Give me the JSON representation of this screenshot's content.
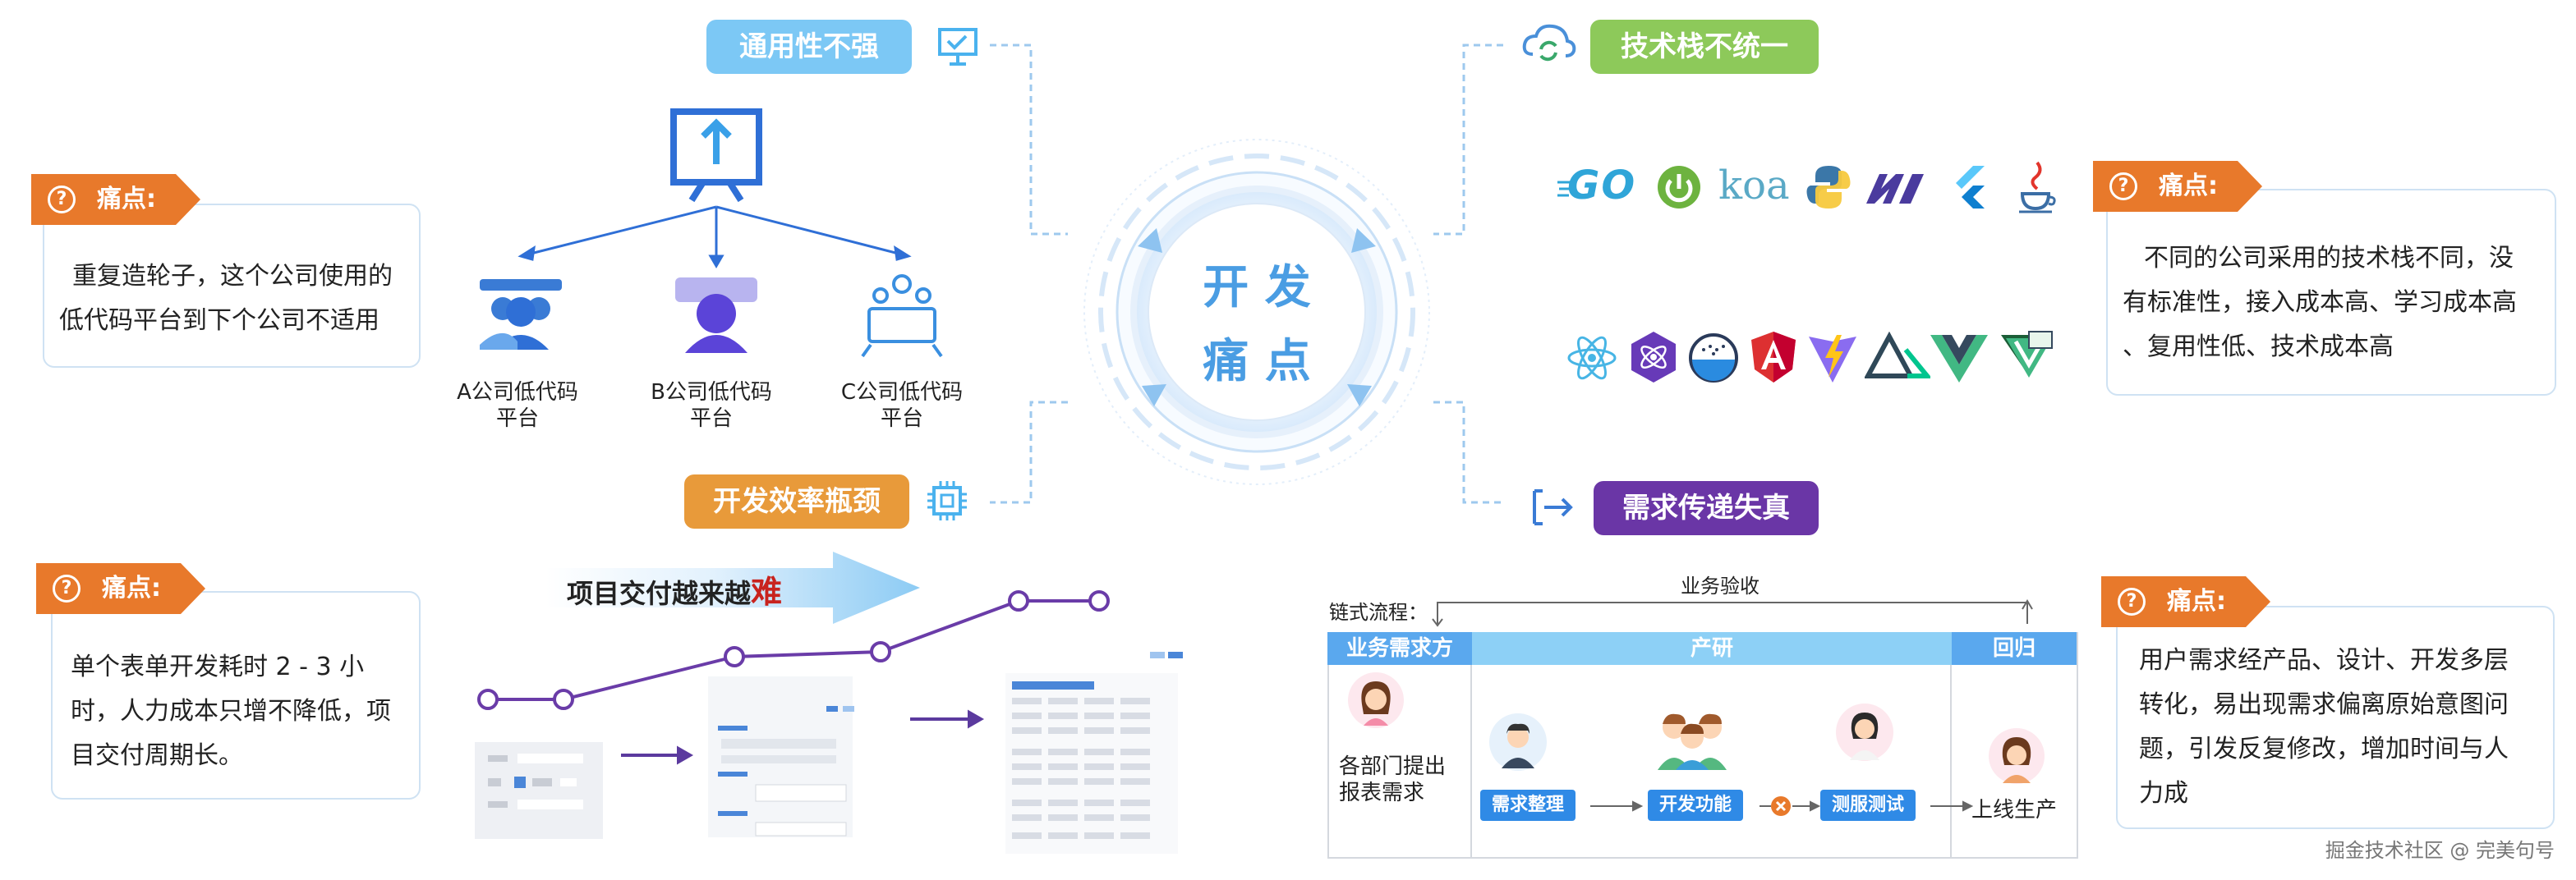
{
  "center": {
    "line1": "开 发",
    "line2": "痛 点"
  },
  "badges": {
    "generic": "通用性不强",
    "tech_stack": "技术栈不统一",
    "efficiency": "开发效率瓶颈",
    "requirement": "需求传递失真"
  },
  "pain_label": "痛点:",
  "pain_points": {
    "top_left": [
      "重复造轮子，这个公司使用的",
      "低代码平台到下个公司不适用"
    ],
    "top_right": [
      "不同的公司采用的技术栈不同，没",
      "有标准性，接入成本高、学习成本高",
      "、复用性低、技术成本高"
    ],
    "bottom_left": [
      "单个表单开发耗时 2 - 3 小",
      "时，人力成本只增不降低，项",
      "目交付周期长。"
    ],
    "bottom_right": [
      "用户需求经产品、设计、开发多层",
      "转化，易出现需求偏离原始意图问",
      "题，引发反复修改，增加时间与人",
      "力成"
    ]
  },
  "platforms": [
    {
      "line1": "A公司低代码",
      "line2": "平台"
    },
    {
      "line1": "B公司低代码",
      "line2": "平台"
    },
    {
      "line1": "C公司低代码",
      "line2": "平台"
    }
  ],
  "delivery": {
    "title_prefix": "项目交付越来越",
    "title_emphasis": "难"
  },
  "tech_logos": {
    "go": "GO",
    "koa": "koa"
  },
  "flow": {
    "chain_label": "链式流程：",
    "acceptance_label": "业务验收",
    "lanes": [
      "业务需求方",
      "产研",
      "回归"
    ],
    "requester_text": [
      "各部门提出",
      "报表需求"
    ],
    "steps": [
      "需求整理",
      "开发功能",
      "测服测试"
    ],
    "final_step": "上线生产"
  },
  "watermark": "掘金技术社区 @ 完美句号",
  "colors": {
    "orange": "#e8792b",
    "blue_badge": "#7cc8f5",
    "green_badge": "#8dc95a",
    "orange_badge": "#e89a3a",
    "purple_badge": "#6a36a6",
    "brand_blue": "#2f6fd6"
  }
}
